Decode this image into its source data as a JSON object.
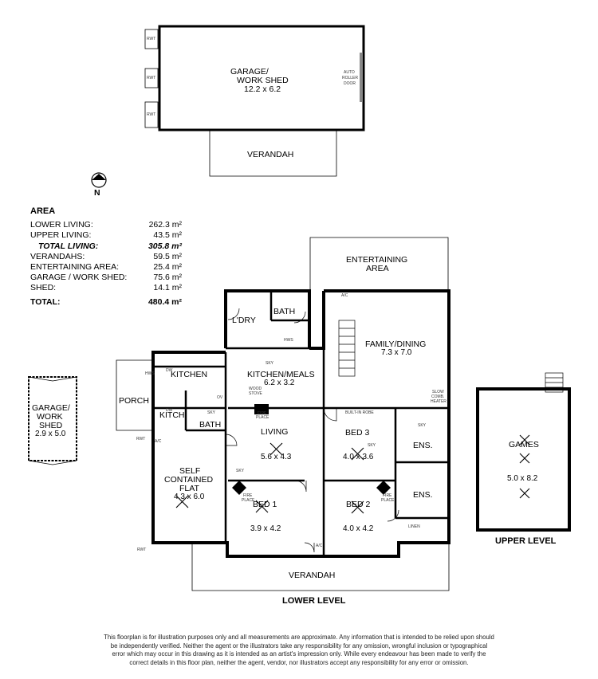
{
  "area": {
    "heading": "AREA",
    "rows": [
      {
        "label": "LOWER LIVING:",
        "value": "262.3 m²"
      },
      {
        "label": "UPPER LIVING:",
        "value": "43.5 m²"
      },
      {
        "label": "TOTAL LIVING:",
        "value": "305.8 m²"
      },
      {
        "label": "VERANDAHS:",
        "value": "59.5 m²"
      },
      {
        "label": "ENTERTAINING AREA:",
        "value": "25.4 m²"
      },
      {
        "label": "GARAGE / WORK SHED:",
        "value": "75.6 m²"
      },
      {
        "label": "SHED:",
        "value": "14.1 m²"
      },
      {
        "label": "TOTAL:",
        "value": "480.4 m²"
      }
    ]
  },
  "compass": {
    "label": "N"
  },
  "garage_top": {
    "name_1": "GARAGE/",
    "name_2": "WORK SHED",
    "size": "12.2 x 6.2",
    "door_1": "AUTO",
    "door_2": "ROLLER",
    "door_3": "DOOR",
    "rwt": "RWT"
  },
  "verandah_top": {
    "name": "VERANDAH"
  },
  "shed_left": {
    "name_1": "GARAGE/",
    "name_2": "WORK",
    "name_3": "SHED",
    "size": "2.9 x 5.0"
  },
  "rooms": {
    "entertaining": {
      "name_1": "ENTERTAINING",
      "name_2": "AREA"
    },
    "bath_top": {
      "name": "BATH"
    },
    "ldry": {
      "name": "L'DRY"
    },
    "family": {
      "name": "FAMILY/DINING",
      "size": "7.3 x 7.0"
    },
    "kitchen_meals": {
      "name": "KITCHEN/MEALS",
      "size": "6.2 x 3.2"
    },
    "kitchen": {
      "name": "KITCHEN"
    },
    "porch": {
      "name": "PORCH"
    },
    "kitch": {
      "name": "KITCH."
    },
    "bath_small": {
      "name": "BATH"
    },
    "living": {
      "name": "LIVING",
      "size": "5.6 x 4.3"
    },
    "bed3": {
      "name": "BED 3",
      "size": "4.0 x 3.6"
    },
    "ens1": {
      "name": "ENS."
    },
    "ens2": {
      "name": "ENS."
    },
    "self_flat": {
      "name_1": "SELF",
      "name_2": "CONTAINED",
      "name_3": "FLAT",
      "size": "4.3 x 6.0"
    },
    "bed1": {
      "name": "BED 1",
      "size": "3.9 x 4.2"
    },
    "bed2": {
      "name": "BED 2",
      "size": "4.0 x 4.2"
    },
    "verandah_bottom": {
      "name": "VERANDAH"
    },
    "games": {
      "name": "GAMES",
      "size": "5.0 x 8.2"
    }
  },
  "small_labels": {
    "hws": "HWS",
    "dw": "DW",
    "ov": "OV",
    "sky": "SKY",
    "wood_stove_1": "WOOD",
    "wood_stove_2": "STOVE",
    "fire_place_1": "FIRE",
    "fire_place_2": "PLACE",
    "built_in_robe": "BUILT-IN ROBE",
    "slow_comb_1": "SLOW",
    "slow_comb_2": "COMB.",
    "slow_comb_3": "HEATER",
    "ac": "A/C",
    "linen": "LINEN",
    "rwt": "RWT"
  },
  "levels": {
    "lower": "LOWER LEVEL",
    "upper": "UPPER LEVEL"
  },
  "disclaimer": "This floorplan is for illustration purposes only and all measurements are approximate. Any information that is intended to be relied upon should be independently verified. Neither the agent or the illustrators take any responsibility for any omission, wrongful inclusion or typographical error which may occur in this drawing as it is intended as an artist's impression only. While every endeavour has been made to verify the correct details in this floor plan, neither the agent, vendor, nor illustrators accept any responsibility for any error or omission."
}
